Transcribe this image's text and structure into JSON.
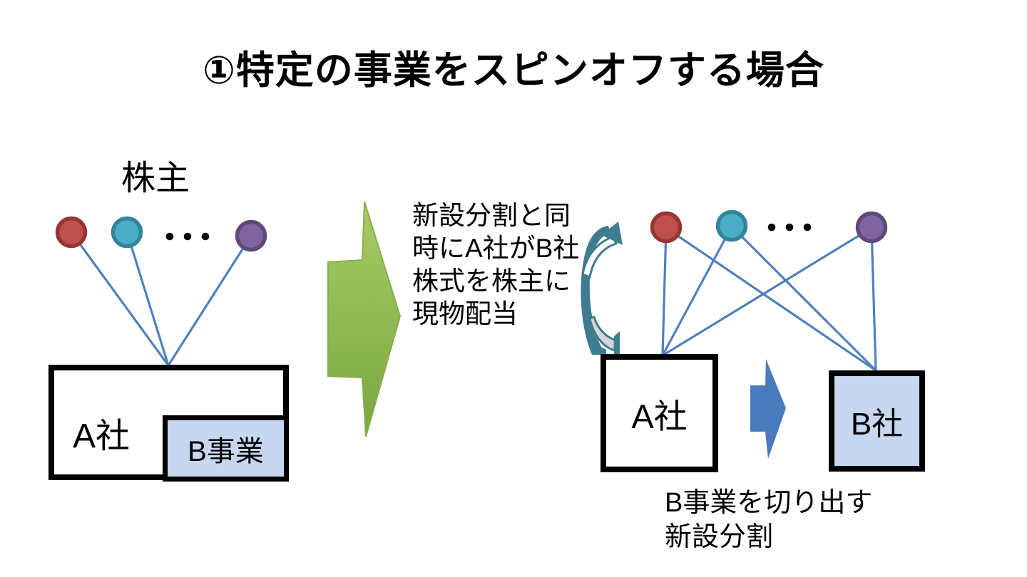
{
  "slide": {
    "title": "①特定の事業をスピンオフする場合"
  },
  "before": {
    "shareholders_label": "株主",
    "company_a_label": "A社",
    "business_b_label": "B事業"
  },
  "transition": {
    "note": "新設分割と同\n時にA社がB社\n株式を株主に\n現物配当"
  },
  "after": {
    "company_a_label": "A社",
    "company_b_label": "B社",
    "caption": "B事業を切り出す\n新設分割"
  },
  "icons": {
    "ellipsis_dots": "・・・",
    "transform_arrow": "green-right-arrow",
    "split_arrow": "blue-right-arrow",
    "dividend_arrow": "teal-curved-up-arrow"
  },
  "colors": {
    "line_blue": "#4f81bd",
    "box_border": "#000000",
    "box_fill_light_blue": "#c7d7ef",
    "green_arrow_top": "#a6cd66",
    "green_arrow_bottom": "#7aa63e",
    "green_arrow_edge": "#8aae4e",
    "blue_arrow": "#4a7bbd",
    "curved_arrow_teal": "#3e7d8f",
    "curved_arrow_inner_gray": "#d6d6d6",
    "shareholder_red_fill": "#c0504d",
    "shareholder_red_ring": "#943634",
    "shareholder_teal_fill": "#4bacc6",
    "shareholder_teal_ring": "#31859b",
    "shareholder_purple_fill": "#8064a2",
    "shareholder_purple_ring": "#5f497a"
  }
}
